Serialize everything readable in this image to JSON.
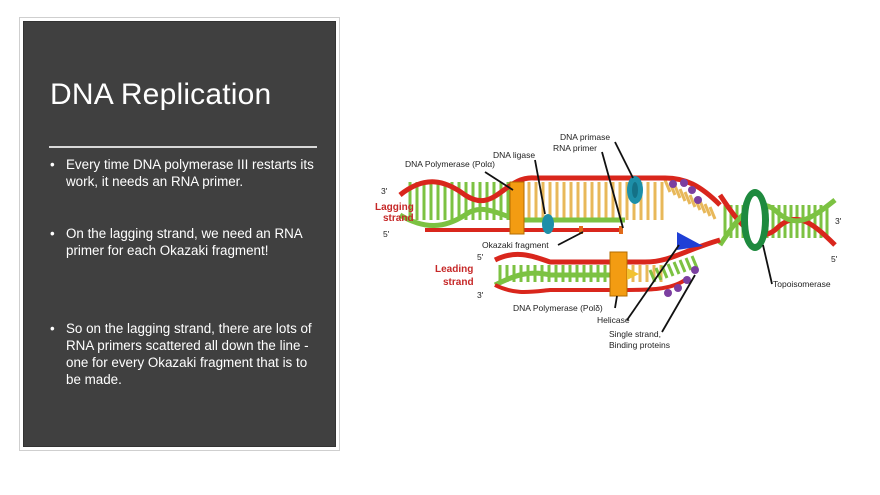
{
  "slide": {
    "title": "DNA Replication",
    "bullets": [
      "Every time DNA polymerase III restarts its work, it needs an RNA primer.",
      "On the lagging strand, we need an RNA primer for each Okazaki fragment!",
      "So on the lagging strand, there are lots of RNA primers scattered all down the line - one for every Okazaki fragment that is to be made."
    ]
  },
  "diagram": {
    "labels": {
      "dna_primase": "DNA primase",
      "rna_primer": "RNA primer",
      "dna_ligase": "DNA ligase",
      "dna_pol_alpha": "DNA Polymerase (Polα)",
      "okazaki_fragment": "Okazaki fragment",
      "lagging_strand_1": "Lagging",
      "lagging_strand_2": "strand",
      "leading_strand_1": "Leading",
      "leading_strand_2": "strand",
      "dna_pol_delta": "DNA Polymerase (Polδ)",
      "helicase": "Helicase",
      "ssb_1": "Single strand,",
      "ssb_2": "Binding proteins",
      "topoisomerase": "Topoisomerase"
    },
    "ends": {
      "lag_top": "3'",
      "lag_bottom": "5'",
      "lead_top": "5'",
      "lead_bottom": "3'",
      "right_top": "3'",
      "right_bottom": "5'"
    },
    "colors": {
      "strand_red": "#d9261c",
      "strand_green": "#7cc242",
      "base_tan": "#e8b85a",
      "polymerase_orange": "#f39c12",
      "primase_teal": "#1d8fa8",
      "topoisomerase_green": "#1e8a3e",
      "helicase_blue": "#1f3fd6",
      "ssb_purple": "#7b3fa0"
    }
  }
}
